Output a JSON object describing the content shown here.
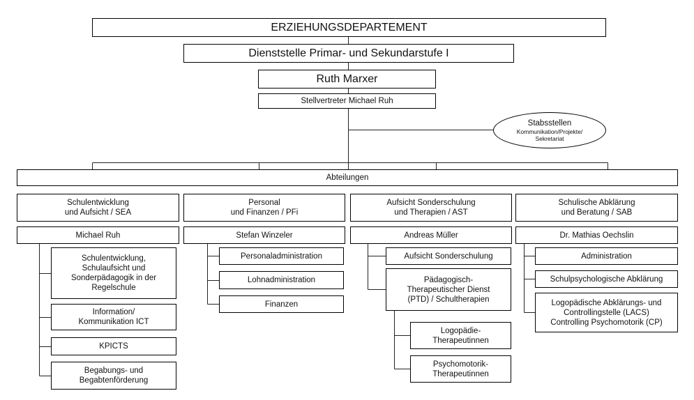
{
  "root": {
    "level1": "ERZIEHUNGSDEPARTEMENT",
    "level2": "Dienststelle Primar- und Sekundarstufe I",
    "level3": "Ruth Marxer",
    "level4": "Stellvertreter Michael Ruh"
  },
  "staff_unit": {
    "title": "Stabsstellen",
    "subtitle": "Kommunikation/Projekte/\nSekretariat"
  },
  "divisions_label": "Abteilungen",
  "columns": [
    {
      "department": "Schulentwicklung\nund Aufsicht / SEA",
      "head": "Michael Ruh",
      "units": [
        "Schulentwicklung,\nSchulaufsicht und\nSonderpädagogik in der\nRegelschule",
        "Information/\nKommunikation ICT",
        "KPICTS",
        "Begabungs- und\nBegabtenförderung"
      ]
    },
    {
      "department": "Personal\nund Finanzen / PFi",
      "head": "Stefan Winzeler",
      "units": [
        "Personaladministration",
        "Lohnadministration",
        "Finanzen"
      ]
    },
    {
      "department": "Aufsicht Sonderschulung\nund Therapien / AST",
      "head": "Andreas Müller",
      "units": [
        "Aufsicht Sonderschulung",
        "Pädagogisch-\nTherapeutischer Dienst\n(PTD) / Schultherapien"
      ],
      "subunits": [
        "Logopädie-\nTherapeutinnen",
        "Psychomotorik-\nTherapeutinnen"
      ]
    },
    {
      "department": "Schulische Abklärung\nund Beratung / SAB",
      "head": "Dr. Mathias Oechslin",
      "units": [
        "Administration",
        "Schulpsychologische Abklärung",
        "Logopädische Abklärungs- und\nControllingstelle (LACS)\nControlling Psychomotorik (CP)"
      ]
    }
  ],
  "colors": {
    "background": "#ffffff",
    "box_border": "#000000",
    "connector_line": "#222222",
    "text": "#111111"
  }
}
